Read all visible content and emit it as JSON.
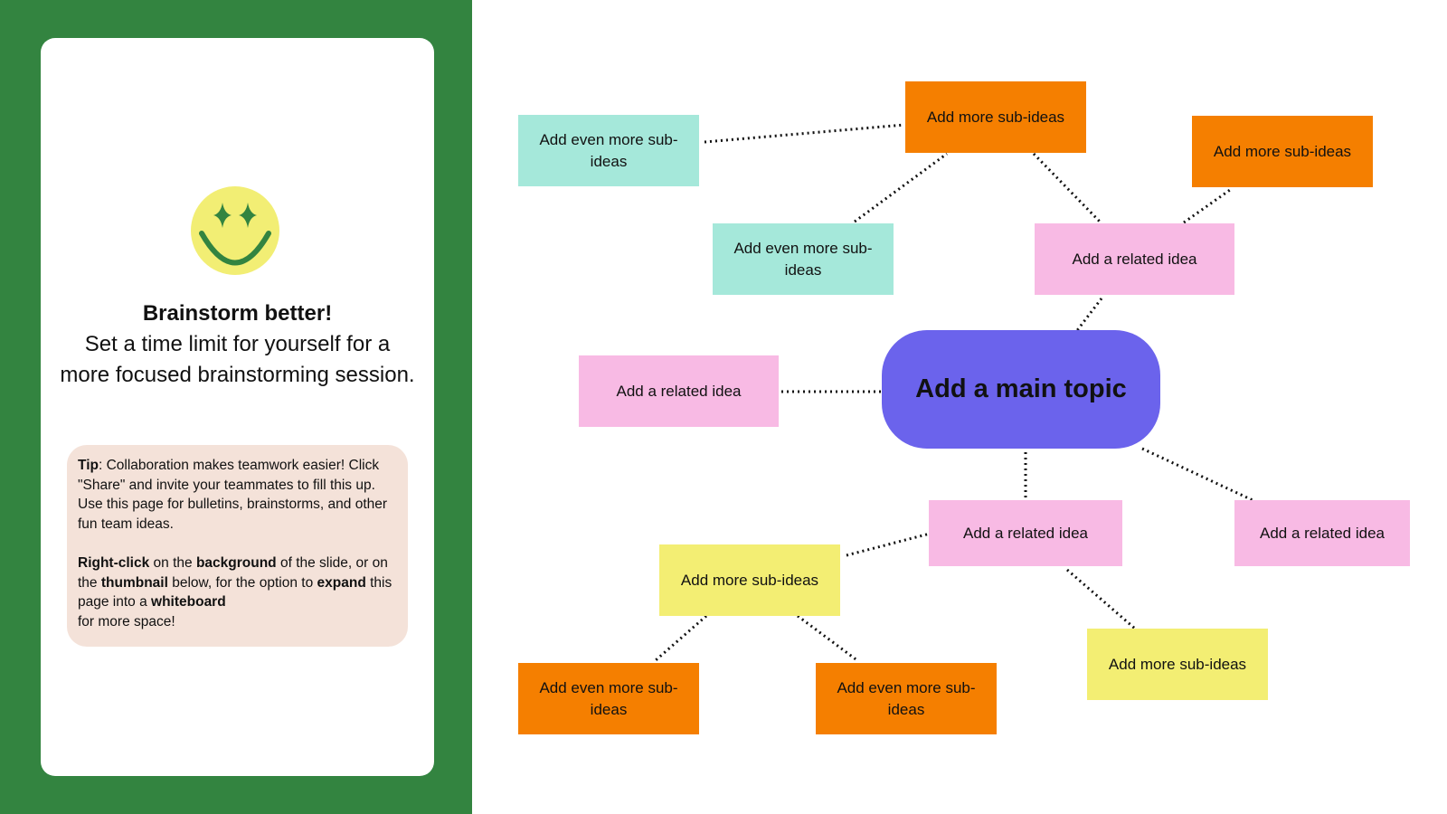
{
  "sidebar": {
    "title": "Brainstorm better!",
    "body": "Set a time limit for yourself for a more focused brainstorming session.",
    "tip": {
      "tip_label": "Tip",
      "tip_text": ": Collaboration makes teamwork easier! Click \"Share\" and invite your teammates to fill this up. Use this page for bulletins, brainstorms, and other fun team ideas.",
      "p2": {
        "s1": "Right-click",
        "s2": " on the ",
        "s3": "background",
        "s4": " of the slide, or on the ",
        "s5": "thumbnail",
        "s6": " below, for the option to ",
        "s7": "expand",
        "s8": " this page into a ",
        "s9": "whiteboard",
        "s10": "for more space!"
      }
    }
  },
  "colors": {
    "sidebar_green": "#338440",
    "main_topic": "#6b63ec",
    "mint": "#a5e8da",
    "orange": "#f57f00",
    "pink": "#f8bae4",
    "yellow": "#f3ee73",
    "tip_bg": "#f4e2d9",
    "smiley": "#f2ee74"
  },
  "mindmap": {
    "main_topic": "Add a main topic",
    "n1": "Add even more sub-ideas",
    "n2": "Add more sub-ideas",
    "n3": "Add more sub-ideas",
    "n4": "Add even more sub-ideas",
    "n5": "Add a related idea",
    "n6": "Add a related idea",
    "n7": "Add a related idea",
    "n8": "Add a related idea",
    "n9": "Add more sub-ideas",
    "n10": "Add more sub-ideas",
    "n11": "Add even more sub-ideas",
    "n12": "Add even more sub-ideas"
  }
}
